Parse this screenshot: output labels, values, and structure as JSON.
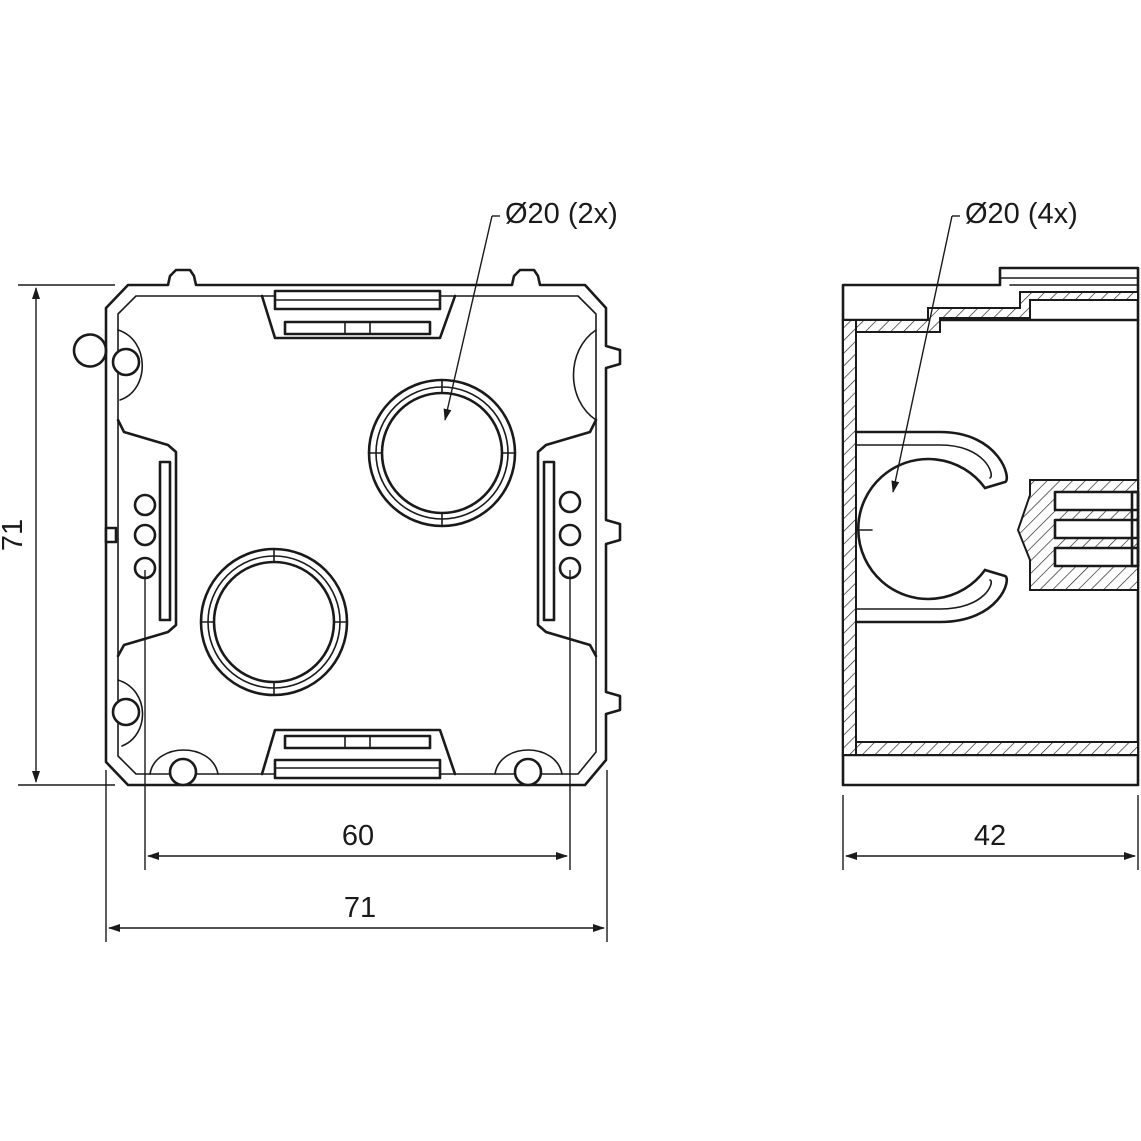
{
  "dimensions": {
    "height_left": "71",
    "inner_width": "60",
    "outer_width": "71",
    "depth": "42"
  },
  "callouts": {
    "front_hole": "Ø20 (2x)",
    "side_hole": "Ø20 (4x)"
  }
}
